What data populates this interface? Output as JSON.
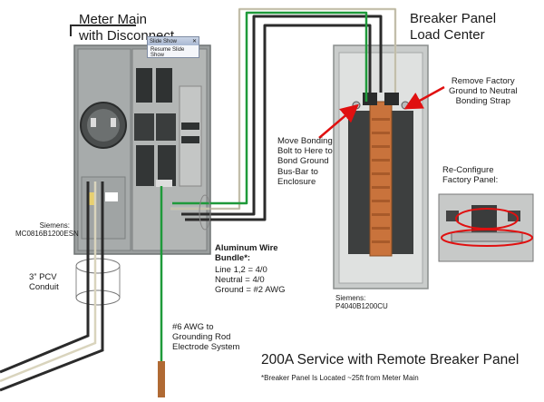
{
  "labels": {
    "meter_title": "Meter Main\nwith Disconnect",
    "panel_title": "Breaker Panel\nLoad Center",
    "remove_ground": "Remove Factory\nGround to Neutral\nBonding Strap",
    "move_bonding": "Move Bonding\nBolt to Here to\nBond Ground\nBus-Bar  to\nEnclosure",
    "reconfigure": "Re-Configure\nFactory Panel:",
    "siemens_meter": "Siemens:\nMC0816B1200ESN",
    "siemens_panel": "Siemens:\nP4040B1200CU",
    "conduit": "3”  PCV\nConduit",
    "wire_bundle_title": "Aluminum Wire\nBundle*:",
    "wire_bundle_lines": "Line 1,2 = 4/0\nNeutral = 4/0\nGround = #2 AWG",
    "grounding": "#6 AWG to\nGrounding Rod\nElectrode System",
    "main_title": "200A Service with Remote Breaker Panel",
    "footnote": "*Breaker Panel Is Located ~25ft from Meter Main"
  },
  "slide_show": {
    "title": "Slide Show",
    "resume": "Resume Slide Show"
  },
  "colors": {
    "wire_black": "#2b2b2b",
    "wire_green": "#1f9a3a",
    "wire_white": "#d9d4bd",
    "arrow_red": "#e01010",
    "copper": "#c9733c",
    "enclosure": "#9aa0a0"
  }
}
